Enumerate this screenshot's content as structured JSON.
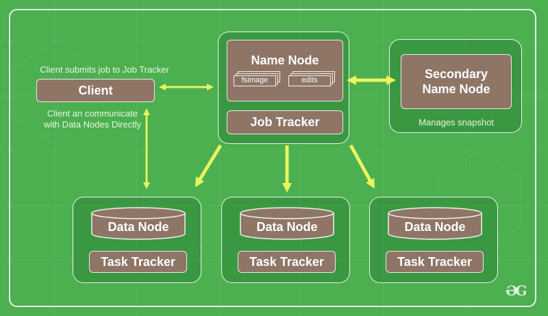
{
  "name_node": {
    "title": "Name Node",
    "files": [
      "fsimage",
      "edits"
    ]
  },
  "job_tracker": {
    "label": "Job Tracker"
  },
  "secondary": {
    "title_line1": "Secondary",
    "title_line2": "Name Node",
    "caption": "Manages snapshot"
  },
  "client": {
    "label": "Client",
    "caption_top": "Client submits job to Job Tracker",
    "caption_bottom_line1": "Client an communicate",
    "caption_bottom_line2": "with Data Nodes Directly"
  },
  "workers": [
    {
      "data_node": "Data Node",
      "task_tracker": "Task Tracker"
    },
    {
      "data_node": "Data Node",
      "task_tracker": "Task Tracker"
    },
    {
      "data_node": "Data Node",
      "task_tracker": "Task Tracker"
    }
  ],
  "colors": {
    "background": "#4caf50",
    "node_fill": "#8e7566",
    "arrow": "#e8f560",
    "text": "#ffffff"
  }
}
